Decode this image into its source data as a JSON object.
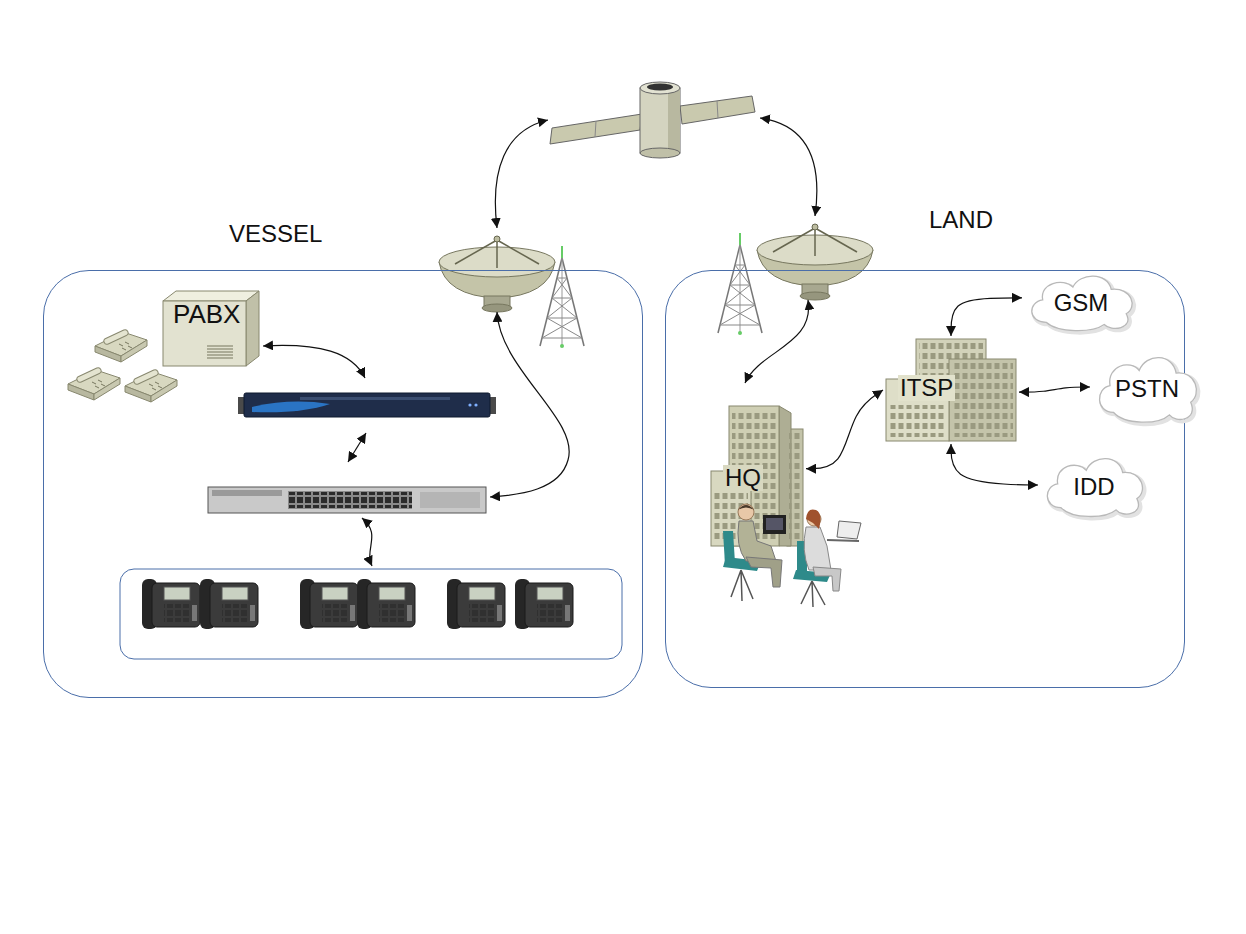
{
  "diagram": {
    "nodes": [
      {
        "text": [
          "VESSEL"
        ]
      },
      {
        "text": [
          "PABX"
        ],
        "in": 0
      },
      {
        "text": [
          "LAND"
        ]
      },
      {
        "text": [
          "HQ"
        ],
        "in": 2
      },
      {
        "text": [
          "ITSP"
        ],
        "in": 2
      },
      {
        "text": [
          "GSM"
        ],
        "in": 2
      },
      {
        "text": [
          "PSTN"
        ],
        "in": 2
      },
      {
        "text": [
          "IDD"
        ],
        "in": 2
      }
    ],
    "edges": [
      {
        "from": 4,
        "to": 5,
        "arrow": "both"
      },
      {
        "from": 4,
        "to": 6,
        "arrow": "both"
      },
      {
        "from": 4,
        "to": 7,
        "arrow": "both"
      },
      {
        "from": 3,
        "to": 4,
        "arrow": "both"
      }
    ]
  }
}
